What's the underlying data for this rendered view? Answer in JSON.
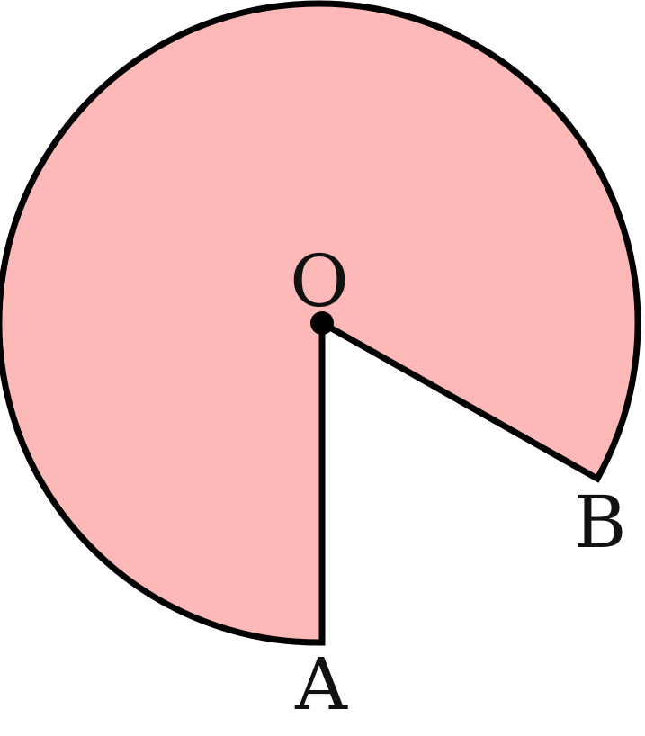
{
  "diagram": {
    "labels": {
      "center": "O",
      "point_a": "A",
      "point_b": "B"
    },
    "colors": {
      "sector_fill": "#fcb9b7",
      "stroke": "#000000",
      "label": "#111111"
    }
  }
}
